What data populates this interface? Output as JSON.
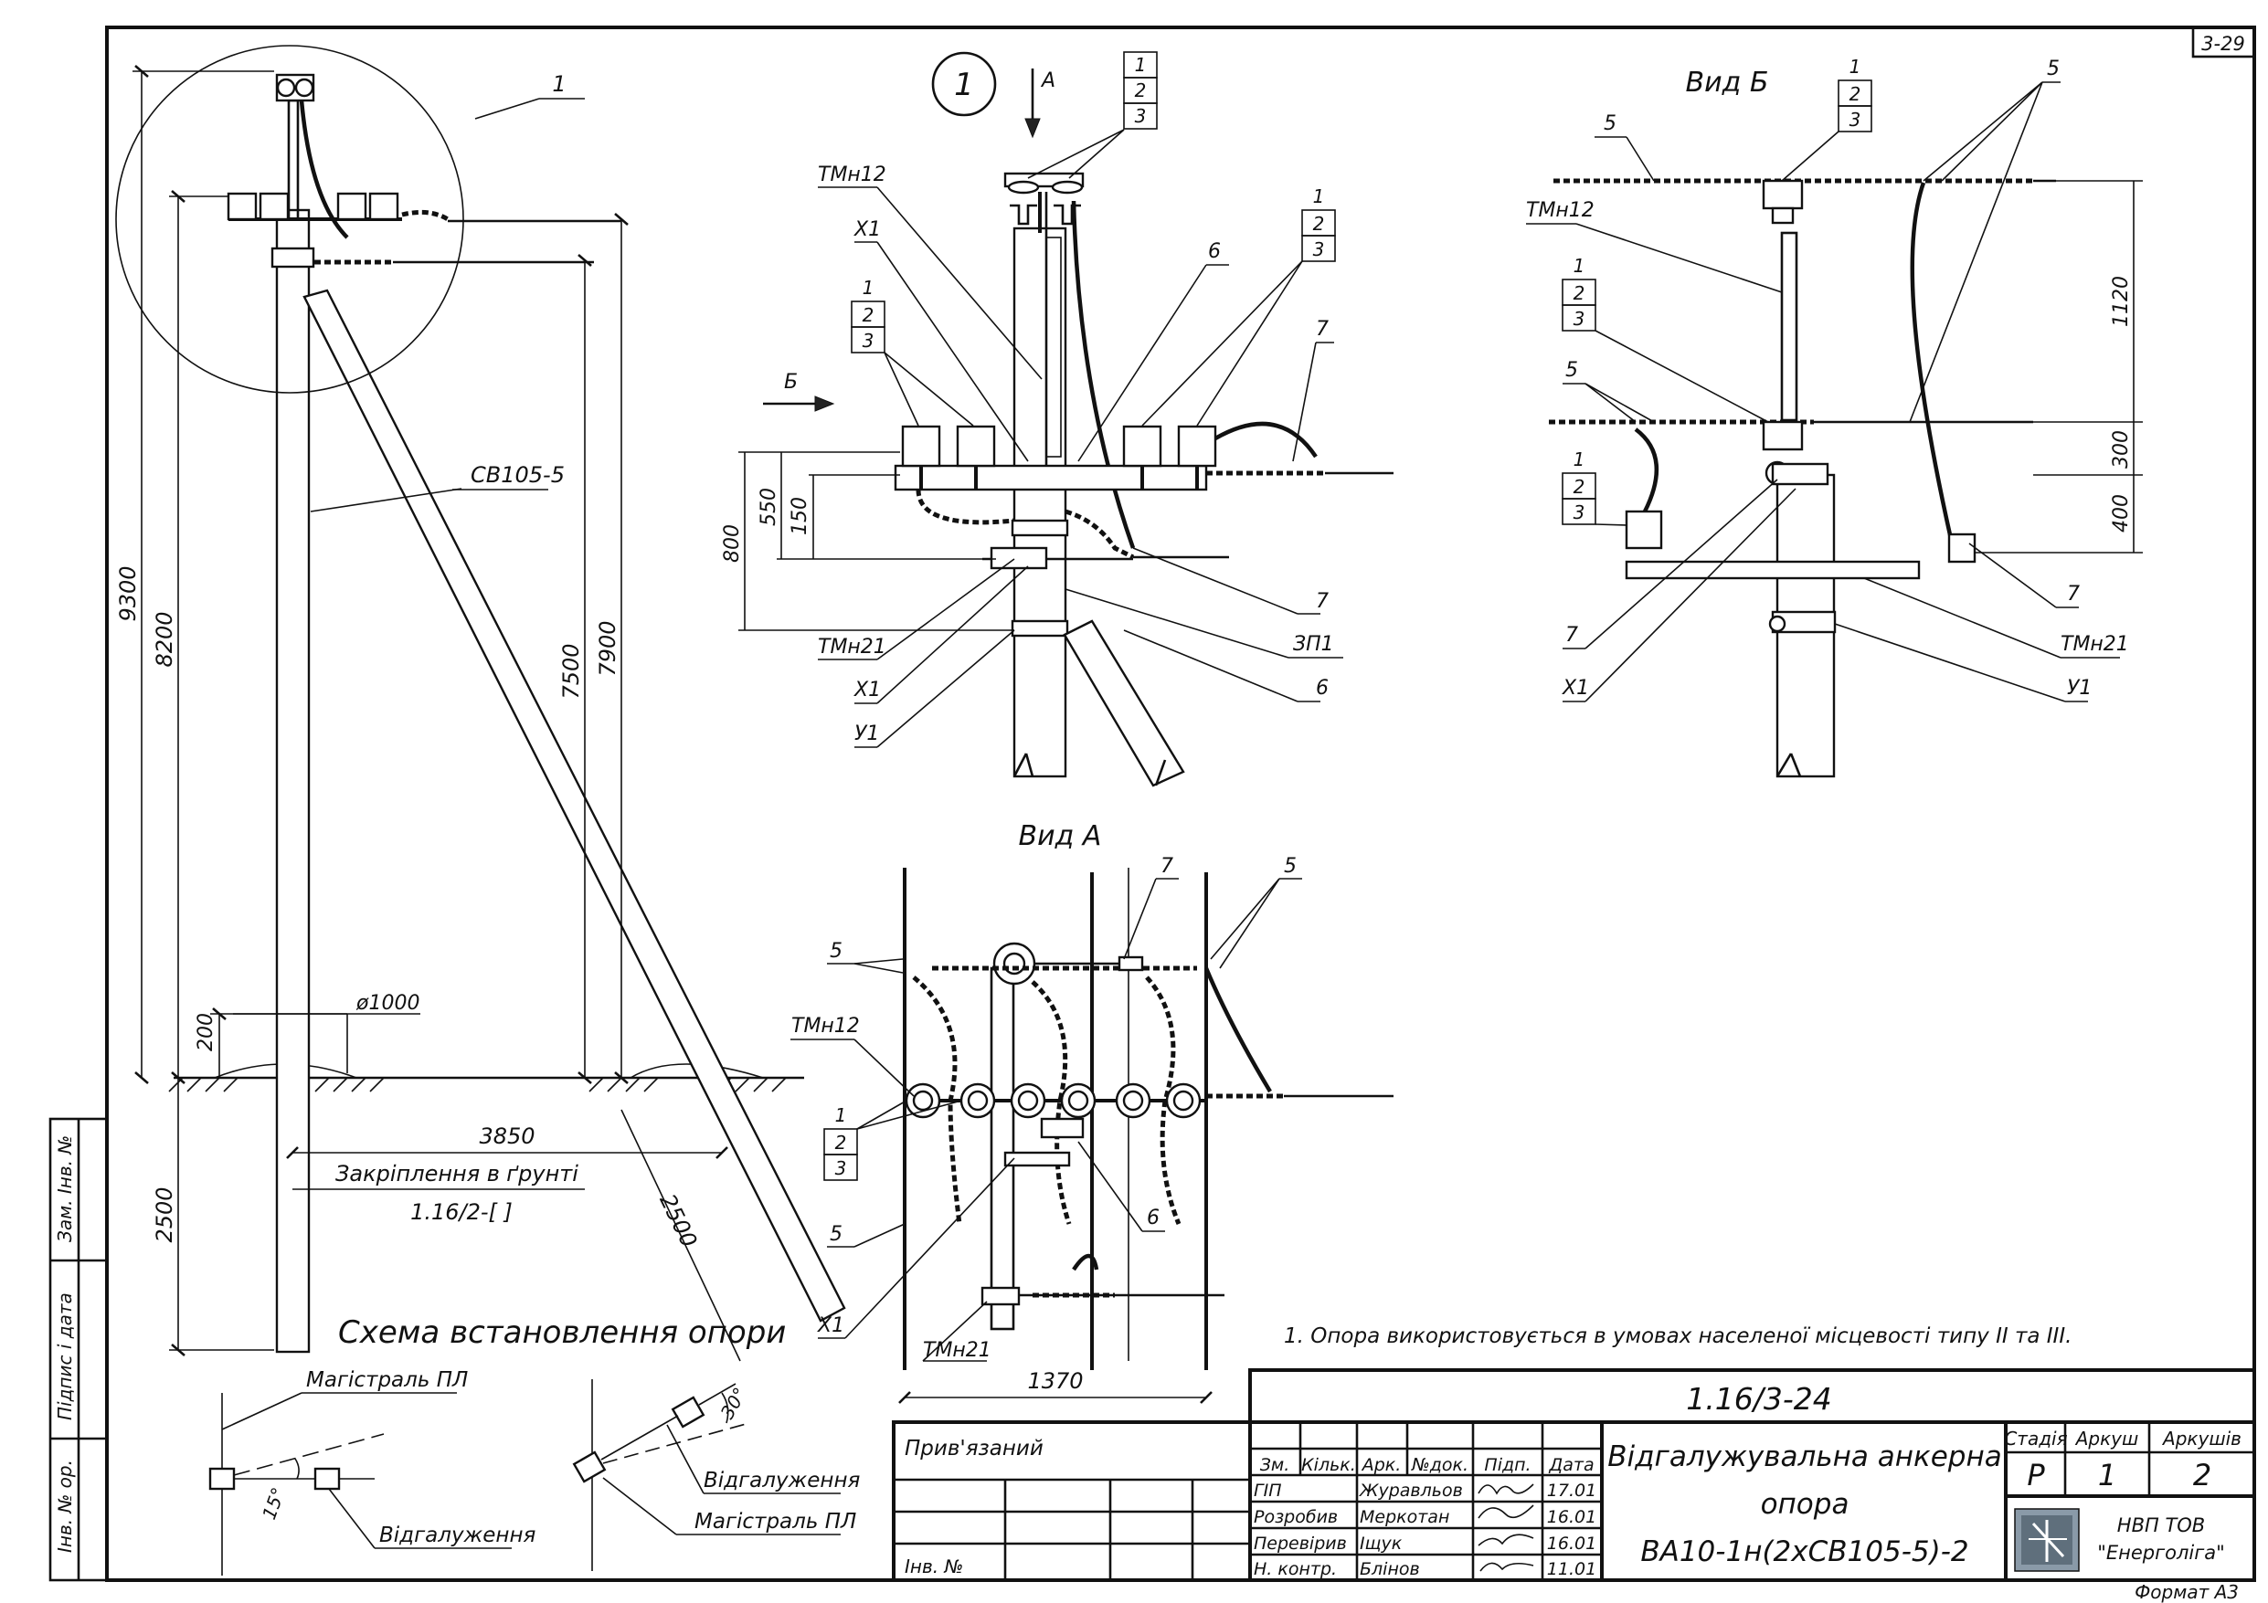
{
  "sheet": {
    "corner_code": "3-29",
    "format": "Формат А3",
    "margin_fields": [
      "Інв. № ор.",
      "Підпис і дата",
      "Зам. Інв. №"
    ]
  },
  "main_view": {
    "callout_circle": "1",
    "items": {
      "support": "1",
      "wire": "СВ105-5"
    },
    "dims": {
      "d9300": "9300",
      "d8200": "8200",
      "d7500": "7500",
      "d7900": "7900",
      "d200": "200",
      "d_diam": "ø1000",
      "d3850": "3850",
      "d2500v": "2500",
      "d2500s": "2500"
    },
    "foundation_label": "Закріплення в ґрунті",
    "foundation_code": "1.16/2-[     ]",
    "caption": "Схема встановлення опори"
  },
  "detail_1": {
    "circle": "1",
    "arrow_a": "А",
    "arrow_b": "Б",
    "stack_top": [
      "1",
      "2",
      "3"
    ],
    "stack_left": [
      "1",
      "2",
      "3"
    ],
    "stack_right": [
      "1",
      "2",
      "3"
    ],
    "labels": {
      "tmn12": "ТМн12",
      "x1_top": "Х1",
      "six_top": "6",
      "seven_top": "7",
      "tmn21": "ТМн21",
      "x1_bot": "Х1",
      "u1": "У1",
      "seven_bot": "7",
      "zp1": "ЗП1",
      "six_bot": "6"
    },
    "dims": {
      "d800": "800",
      "d550": "550",
      "d150": "150"
    }
  },
  "view_b": {
    "title": "Вид Б",
    "stack_top": [
      "1",
      "2",
      "3"
    ],
    "stack_left": [
      "1",
      "2",
      "3"
    ],
    "stack_low": [
      "1",
      "2",
      "3"
    ],
    "labels": {
      "five_left": "5",
      "five_right": "5",
      "tmn12": "ТМн12",
      "five_mid": "5",
      "seven_l": "7",
      "x1": "Х1",
      "seven_r": "7",
      "tmn21": "ТМн21",
      "u1": "У1"
    },
    "dims": {
      "d1120": "1120",
      "d300": "300",
      "d400": "400"
    }
  },
  "view_a": {
    "title": "Вид А",
    "stack": [
      "1",
      "2",
      "3"
    ],
    "labels": {
      "seven": "7",
      "five_tr": "5",
      "five_tl": "5",
      "tmn12": "ТМн12",
      "five_bl": "5",
      "six": "6",
      "x1": "Х1",
      "tmn21": "ТМн21"
    },
    "dims": {
      "d1370": "1370"
    }
  },
  "note": "1. Опора використовується в умовах населеної місцевості типу ІІ та ІІІ.",
  "schemes": {
    "left": {
      "main_line": "Магістраль ПЛ",
      "branch": "Відгалуження",
      "angle": "15°"
    },
    "right": {
      "branch": "Відгалуження",
      "main_line": "Магістраль ПЛ",
      "angle": "30°"
    }
  },
  "title_block": {
    "code": "1.16/3-24",
    "linked": "Прив'язаний",
    "inv": "Інв. №",
    "headers": [
      "Зм.",
      "Кільк.",
      "Арк.",
      "№док.",
      "Підп.",
      "Дата"
    ],
    "rows": [
      {
        "role": "ГІП",
        "name": "Журавльов",
        "date": "17.01"
      },
      {
        "role": "Розробив",
        "name": "Меркотан",
        "date": "16.01"
      },
      {
        "role": "Перевірив",
        "name": "Іщук",
        "date": "16.01"
      },
      {
        "role": "Н. контр.",
        "name": "Блінов",
        "date": "11.01"
      }
    ],
    "title_lines": [
      "Відгалужувальна анкерна",
      "опора",
      "ВА10-1н(2хСВ105-5)-2"
    ],
    "stage_h": "Стадія",
    "sheet_h": "Аркуш",
    "sheets_h": "Аркушів",
    "stage": "Р",
    "sheet_no": "1",
    "sheets_total": "2",
    "org1": "НВП ТОВ",
    "org2": "\"Енерголіга\""
  }
}
